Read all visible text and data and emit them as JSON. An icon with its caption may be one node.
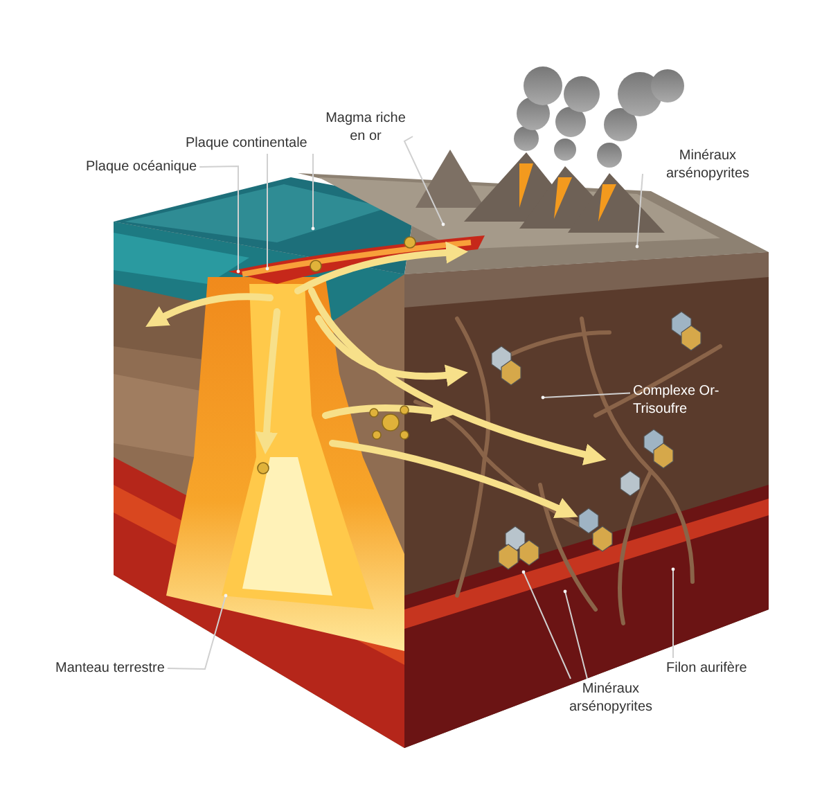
{
  "diagram": {
    "nodes": [
      {
        "text": [
          "Magma riche en or"
        ]
      },
      {
        "text": [
          "Plaque continentale"
        ]
      },
      {
        "text": [
          "Plaque océanique"
        ]
      },
      {
        "text": [
          "Minéraux arsénopyrites"
        ]
      },
      {
        "text": [
          "Complexe Or-Trisoufre"
        ]
      },
      {
        "text": [
          "Manteau terrestre"
        ]
      },
      {
        "text": [
          "Filon aurifère"
        ]
      },
      {
        "text": [
          "Minéraux arsénopyrites"
        ]
      }
    ],
    "edges": [
      {
        "from": 0,
        "to": null,
        "arrow": "other"
      },
      {
        "from": 1,
        "to": null,
        "arrow": "other"
      },
      {
        "from": 1,
        "to": null,
        "arrow": "other"
      },
      {
        "from": 2,
        "to": null,
        "arrow": "other"
      },
      {
        "from": 3,
        "to": null,
        "arrow": "other"
      },
      {
        "from": 4,
        "to": null,
        "arrow": "other"
      },
      {
        "from": 5,
        "to": null,
        "arrow": "other"
      },
      {
        "from": 6,
        "to": null,
        "arrow": "other"
      },
      {
        "from": 7,
        "to": null,
        "arrow": "other"
      },
      {
        "from": 7,
        "to": null,
        "arrow": "other"
      }
    ]
  }
}
